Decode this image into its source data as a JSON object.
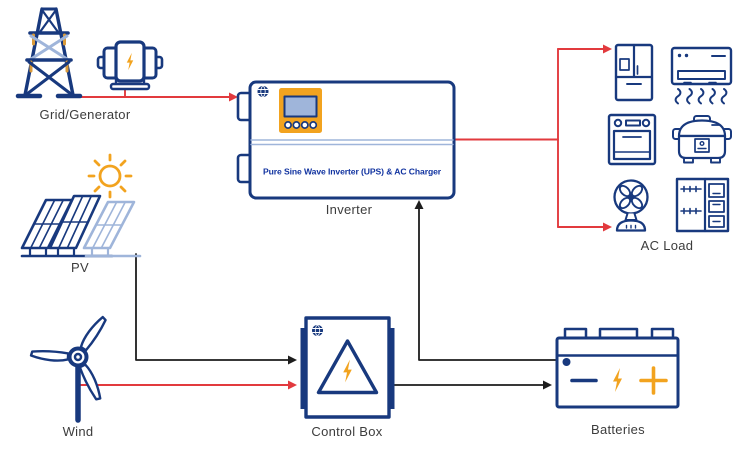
{
  "diagram": {
    "type": "energy-system-wiring-diagram",
    "labels": {
      "grid_generator": "Grid/Generator",
      "pv": "PV",
      "wind": "Wind",
      "inverter": "Inverter",
      "inverter_panel_text": "Pure Sine Wave Inverter (UPS) & AC Charger",
      "control_box": "Control Box",
      "batteries": "Batteries",
      "ac_load": "AC Load"
    },
    "nodes": [
      {
        "id": "grid_generator",
        "label": "Grid/Generator",
        "icons": [
          "transmission-tower-icon",
          "generator-icon"
        ]
      },
      {
        "id": "pv",
        "label": "PV",
        "icons": [
          "sun-icon",
          "solar-panels-icon"
        ]
      },
      {
        "id": "wind",
        "label": "Wind",
        "icons": [
          "wind-turbine-icon"
        ]
      },
      {
        "id": "inverter",
        "label": "Inverter",
        "panel_text": "Pure Sine Wave Inverter (UPS) & AC Charger",
        "icons": [
          "brand-globe-icon",
          "display-panel-icon"
        ]
      },
      {
        "id": "control_box",
        "label": "Control Box",
        "icons": [
          "brand-globe-icon",
          "triangle-lightning-icon"
        ]
      },
      {
        "id": "batteries",
        "label": "Batteries",
        "icons": [
          "battery-icon",
          "minus-icon",
          "lightning-icon",
          "plus-icon"
        ]
      },
      {
        "id": "ac_load",
        "label": "AC Load",
        "icons": [
          "refrigerator-icon",
          "air-conditioner-icon",
          "oven-icon",
          "rice-cooker-icon",
          "fan-icon",
          "storage-cabinet-icon"
        ]
      }
    ],
    "edges": [
      {
        "from": "grid_generator",
        "to": "inverter",
        "color": "red"
      },
      {
        "from": "inverter",
        "to": "ac_load_refrigerator",
        "color": "red"
      },
      {
        "from": "inverter",
        "to": "ac_load_fan",
        "color": "red"
      },
      {
        "from": "pv",
        "to": "control_box",
        "color": "black"
      },
      {
        "from": "wind",
        "to": "control_box",
        "color": "red"
      },
      {
        "from": "control_box",
        "to": "batteries",
        "color": "black"
      },
      {
        "from": "batteries",
        "to": "inverter",
        "color": "black"
      }
    ],
    "colors": {
      "navy": "#18397e",
      "light_blue": "#9fb5da",
      "orange": "#f2a31f",
      "red": "#e23a3e",
      "black_line": "#1d1d1d",
      "label_text": "#3c3c3c",
      "panel_text_blue": "#1133a0",
      "background": "#ffffff"
    }
  }
}
